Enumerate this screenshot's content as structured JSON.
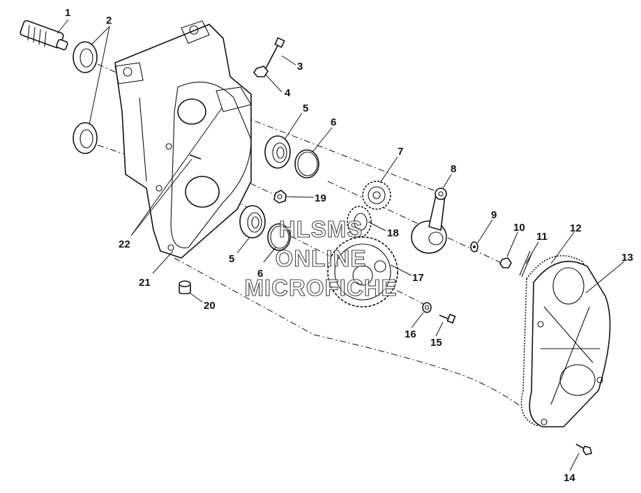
{
  "callouts": {
    "c1": "1",
    "c2": "2",
    "c3": "3",
    "c4": "4",
    "c5a": "5",
    "c5b": "5",
    "c6a": "6",
    "c6b": "6",
    "c7": "7",
    "c8": "8",
    "c9": "9",
    "c10": "10",
    "c11": "11",
    "c12": "12",
    "c13": "13",
    "c14": "14",
    "c15": "15",
    "c16": "16",
    "c17": "17",
    "c18": "18",
    "c19": "19",
    "c20": "20",
    "c21": "21",
    "c22": "22"
  },
  "watermark": {
    "line1": "HLSMS",
    "line2": "ONLINE",
    "line3": "MICROFICHE"
  }
}
